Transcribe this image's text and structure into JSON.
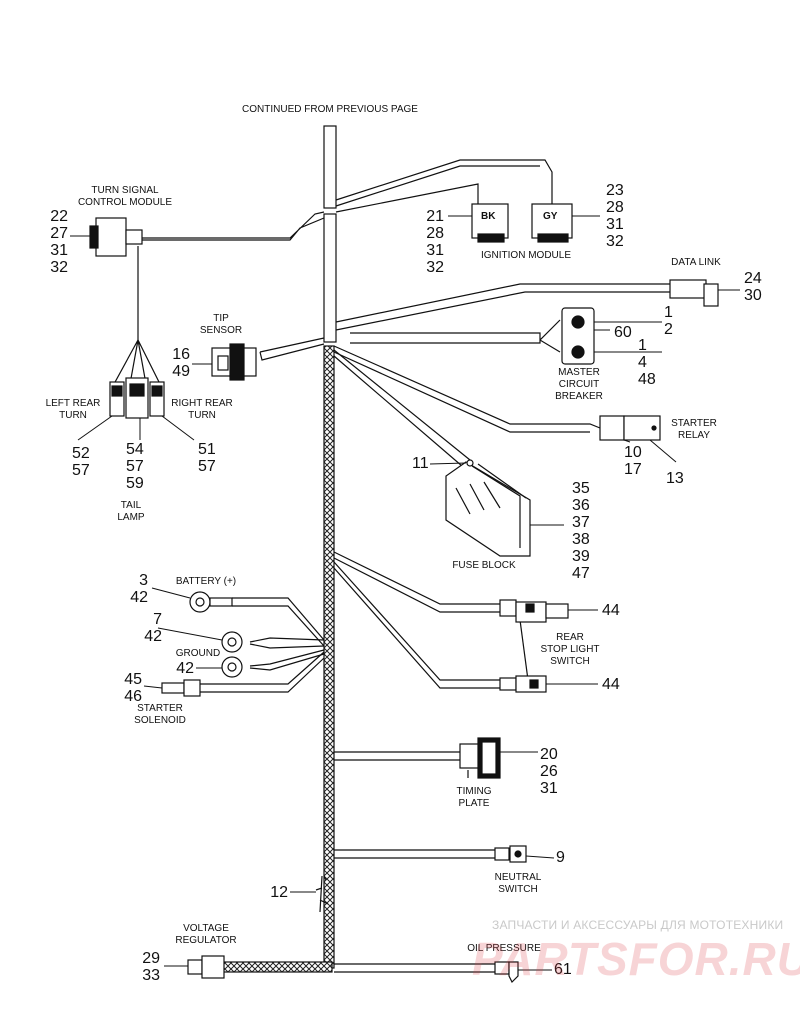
{
  "header": {
    "continued": "CONTINUED FROM PREVIOUS PAGE"
  },
  "components": {
    "turn_signal_module": {
      "label": "TURN SIGNAL\nCONTROL MODULE",
      "refs": "22\n27\n31\n32"
    },
    "ignition_module": {
      "label": "IGNITION MODULE",
      "tag_bk": "BK",
      "tag_gy": "GY",
      "refs_left": "21\n28\n31\n32",
      "refs_right": "23\n28\n31\n32"
    },
    "data_link": {
      "label": "DATA LINK",
      "refs": "24\n30"
    },
    "tip_sensor": {
      "label": "TIP\nSENSOR",
      "refs": "16\n49"
    },
    "master_circuit_breaker": {
      "label": "MASTER\nCIRCUIT\nBREAKER",
      "refs_top": "1\n2",
      "ref_mid": "60",
      "refs_bottom": "1\n4\n48"
    },
    "starter_relay": {
      "label": "STARTER\nRELAY",
      "refs_left": "10\n17",
      "ref_right": "13"
    },
    "fuse_block": {
      "label": "FUSE BLOCK",
      "ref_top": "11",
      "refs": "35\n36\n37\n38\n39\n47"
    },
    "left_rear_turn": {
      "label": "LEFT REAR\nTURN",
      "refs": "52\n57"
    },
    "right_rear_turn": {
      "label": "RIGHT REAR\nTURN",
      "refs": "51\n57"
    },
    "tail_lamp": {
      "label": "TAIL\nLAMP",
      "refs": "54\n57\n59"
    },
    "battery": {
      "label": "BATTERY (+)",
      "refs": "3\n42"
    },
    "ground": {
      "label": "GROUND",
      "refs_top": "7\n42",
      "ref_bottom": "42"
    },
    "starter_solenoid": {
      "label": "STARTER\nSOLENOID",
      "refs": "45\n46"
    },
    "rear_stop_light_switch": {
      "label": "REAR\nSTOP LIGHT\nSWITCH",
      "ref_top": "44",
      "ref_bottom": "44"
    },
    "timing_plate": {
      "label": "TIMING\nPLATE",
      "refs": "20\n26\n31"
    },
    "neutral_switch": {
      "label": "NEUTRAL\nSWITCH",
      "ref": "9"
    },
    "harness_clip": {
      "ref": "12"
    },
    "voltage_regulator": {
      "label": "VOLTAGE\nREGULATOR",
      "refs": "29\n33"
    },
    "oil_pressure": {
      "label": "OIL PRESSURE",
      "ref": "61"
    }
  },
  "watermark": {
    "line1": "ЗАПЧАСТИ И АКСЕССУАРЫ ДЛЯ МОТОТЕХНИКИ",
    "line2": "PARTSFOR.RU"
  },
  "colors": {
    "line": "#111111",
    "background": "#ffffff",
    "watermark_red": "#dc3c46"
  }
}
